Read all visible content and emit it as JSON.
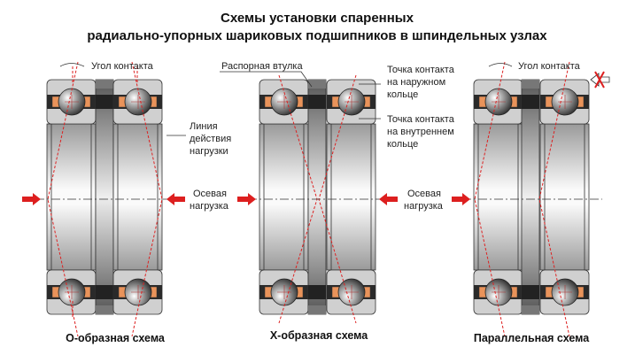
{
  "title_line1": "Схемы установки спаренных",
  "title_line2": "радиально-упорных шариковых подшипников в шпиндельных узлах",
  "labels": {
    "contact_angle": "Угол контакта",
    "load_line": [
      "Линия",
      "действия",
      "нагрузки"
    ],
    "axial_load": [
      "Осевая",
      "нагрузка"
    ],
    "spacer": "Распорная втулка",
    "outer_contact": [
      "Точка контакта",
      "на наружном",
      "кольце"
    ],
    "inner_contact": [
      "Точка контакта",
      "на внутреннем",
      "кольце"
    ]
  },
  "schemes": [
    "О-образная схема",
    "Х-образная схема",
    "Параллельная схема"
  ],
  "colors": {
    "load_arrow": "#dd1f1f",
    "cage": "#e9935a",
    "ring": "#c9c9c9",
    "spacer": "#444444"
  }
}
